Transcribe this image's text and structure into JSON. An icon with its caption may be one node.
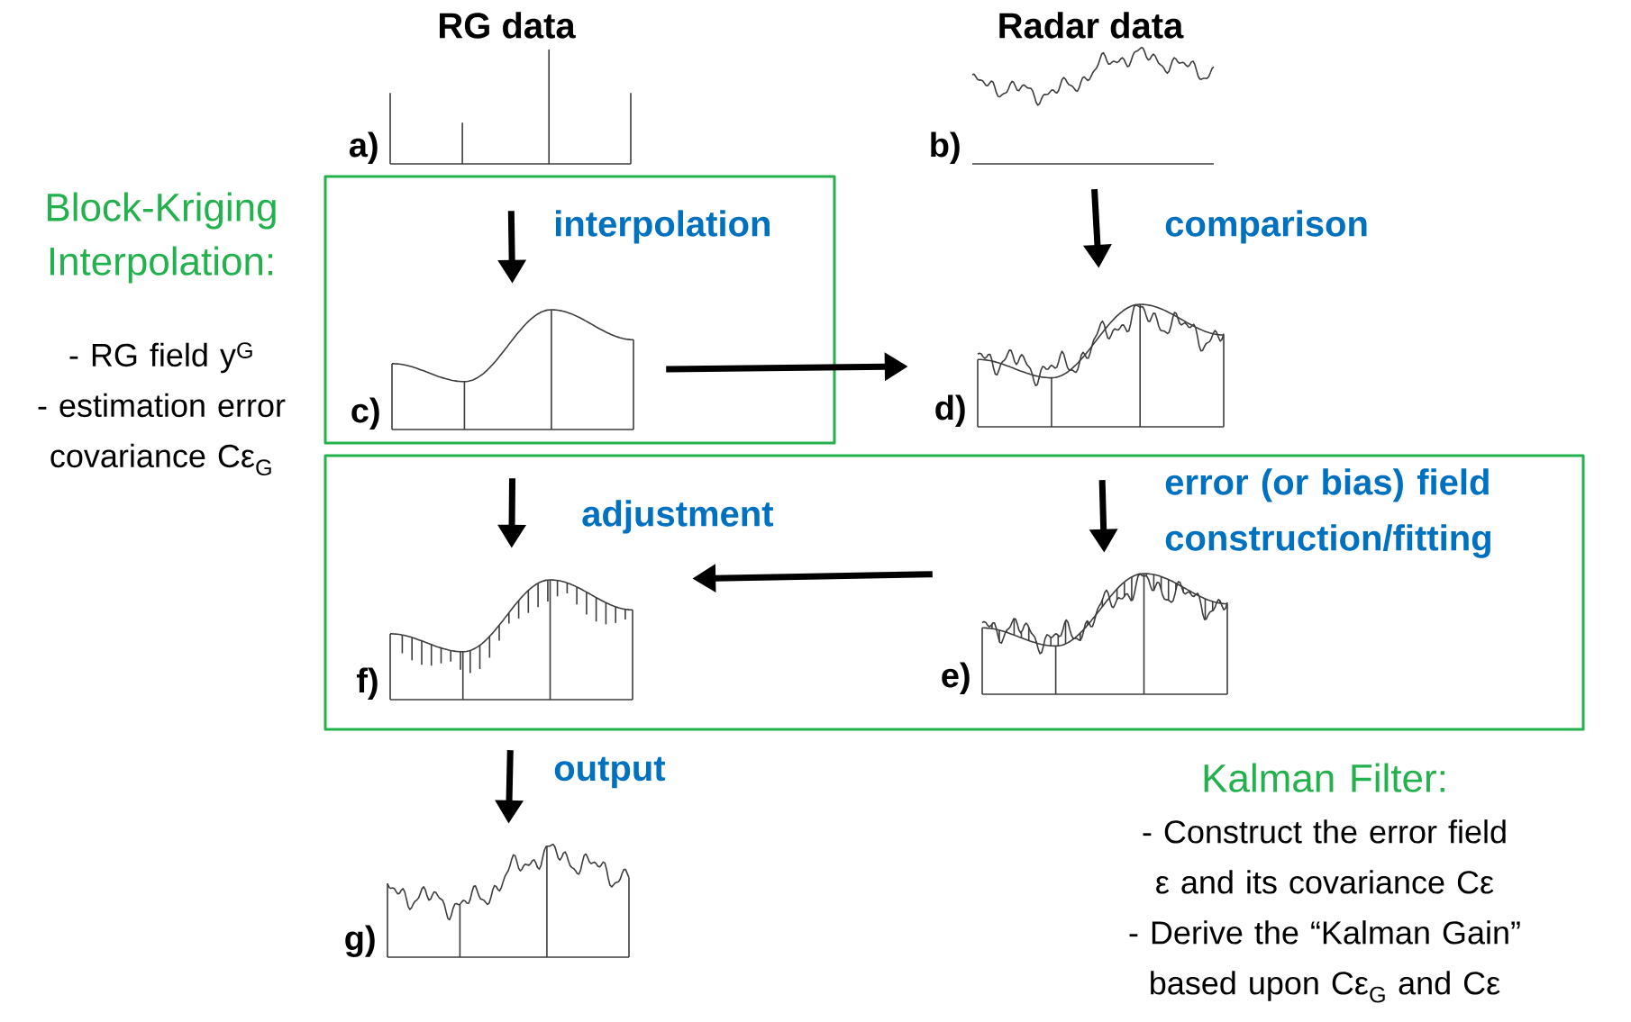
{
  "diagram": {
    "nodes": [
      {
        "text": [
          "a)"
        ]
      },
      {
        "text": [
          "b)"
        ]
      },
      {
        "text": [
          "Block-Kriging Interpolation:",
          "- RG field y$^{G}$",
          "- estimation error covariance Cε$_{G}$"
        ]
      },
      {
        "text": [
          "c)"
        ],
        "in": 2
      },
      {
        "text": [
          "d)"
        ]
      },
      {
        "text": [
          "Kalman Filter:",
          "- Construct the error field ε and its covariance Cε",
          "- Derive the “Kalman Gain” based upon Cε$_{G}$ and Cε"
        ]
      },
      {
        "text": [
          "f)"
        ],
        "in": 5
      },
      {
        "text": [
          "e)"
        ],
        "in": 5
      },
      {
        "text": [
          "g)"
        ]
      }
    ],
    "edges": [
      {
        "from": 0,
        "to": 3,
        "arrow": "to",
        "label": "interpolation"
      },
      {
        "from": 1,
        "to": 4,
        "arrow": "to",
        "label": "comparison"
      },
      {
        "from": 3,
        "to": 4,
        "arrow": "to"
      },
      {
        "from": 3,
        "to": 6,
        "arrow": "to",
        "label": "adjustment"
      },
      {
        "from": 4,
        "to": 7,
        "arrow": "to",
        "label": "error (or bias) field construction/fitting"
      },
      {
        "from": 7,
        "to": 6,
        "arrow": "to"
      },
      {
        "from": 6,
        "to": 8,
        "arrow": "to",
        "label": "output"
      }
    ],
    "labels": [
      "RG data",
      "Radar data"
    ]
  }
}
